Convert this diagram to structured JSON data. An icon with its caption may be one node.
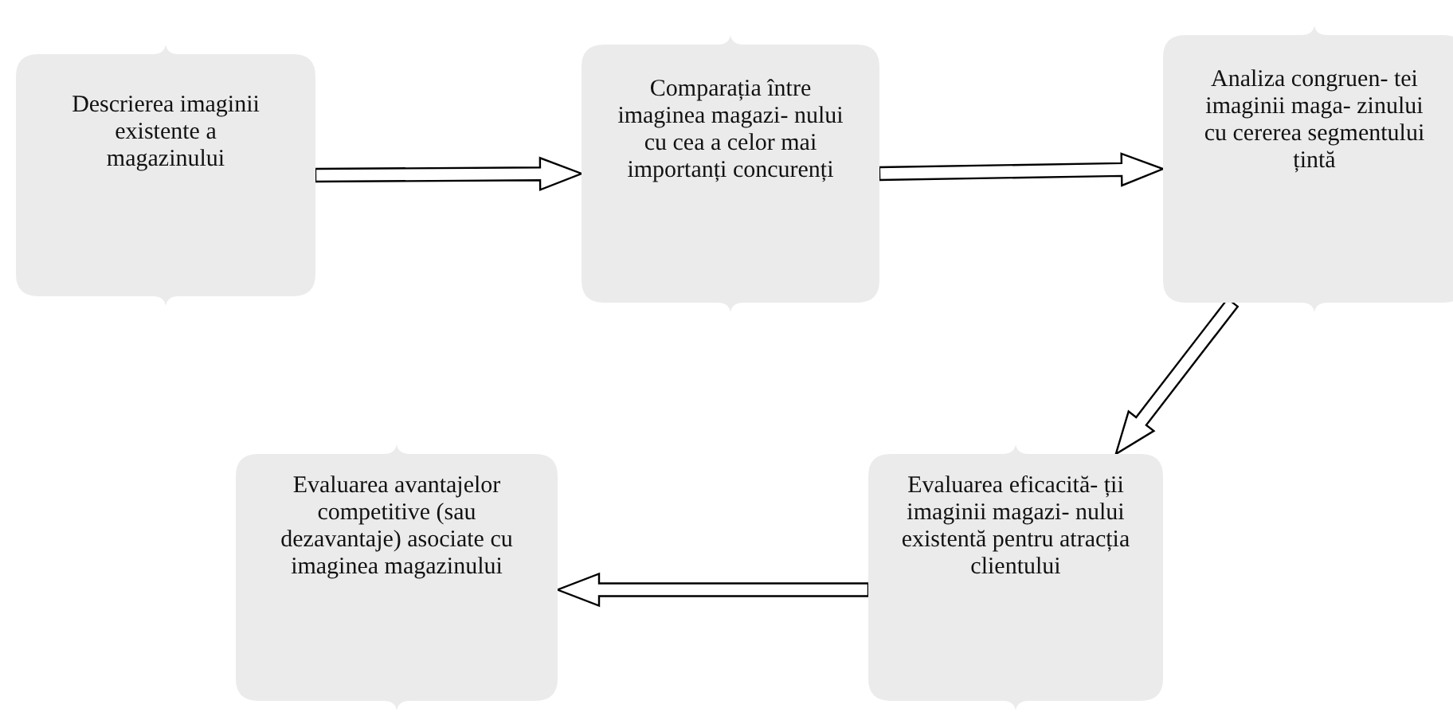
{
  "diagram": {
    "nodes": [
      {
        "text": [
          "Descrierea imaginii existente a magazinului"
        ]
      },
      {
        "text": [
          "Comparația între imaginea magazi- nului cu cea a celor mai importanți concurenți"
        ]
      },
      {
        "text": [
          "Analiza congruen- tei imaginii maga- zinului cu cererea segmentului țintă"
        ]
      },
      {
        "text": [
          "Evaluarea eficacită- ții imaginii magazi- nului existentă pentru atracția clientului"
        ]
      },
      {
        "text": [
          "Evaluarea avantajelor competitive (sau dezavantaje) asociate cu imaginea magazinului"
        ]
      }
    ],
    "edges": [
      {
        "from": 0,
        "to": 1,
        "arrow": "to"
      },
      {
        "from": 1,
        "to": 2,
        "arrow": "to"
      },
      {
        "from": 2,
        "to": 3,
        "arrow": "to"
      },
      {
        "from": 3,
        "to": 4,
        "arrow": "to"
      }
    ]
  }
}
